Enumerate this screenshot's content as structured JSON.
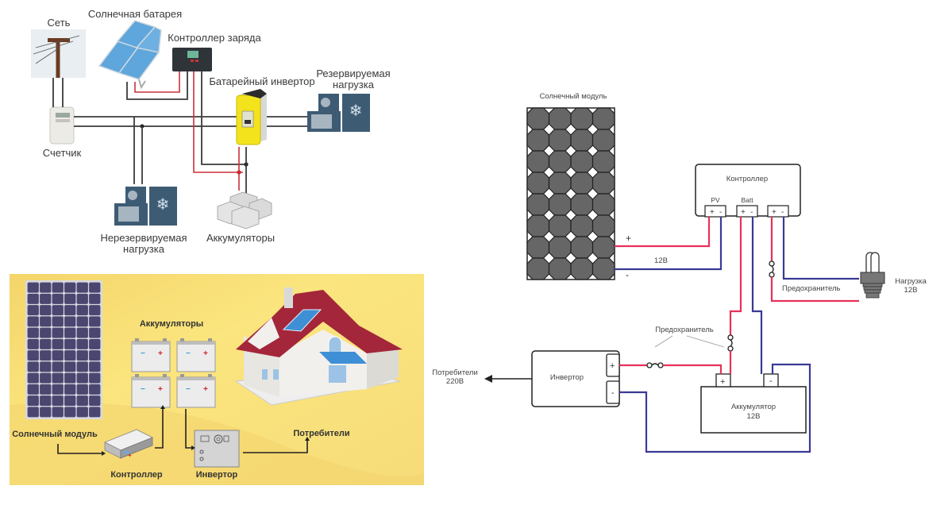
{
  "top_left": {
    "labels": {
      "grid": "Сеть",
      "solar_battery": "Солнечная батарея",
      "charge_controller": "Контроллер заряда",
      "battery_inverter": "Батарейный инвертор",
      "backup_load_line1": "Резервируемая",
      "backup_load_line2": "нагрузка",
      "meter": "Счетчик",
      "nonbackup_load_line1": "Нерезервируемая",
      "nonbackup_load_line2": "нагрузка",
      "batteries": "Аккумуляторы"
    },
    "colors": {
      "wire": "#3b3b3b",
      "dc_positive": "#c8313a",
      "inverter_body": "#f2e31d",
      "load_icon": "#3e5b74"
    }
  },
  "bottom_left": {
    "labels": {
      "batteries": "Аккумуляторы",
      "solar_module": "Солнечный модуль",
      "controller": "Контроллер",
      "inverter": "Инвертор",
      "consumers": "Потребители"
    },
    "battery_terminals": {
      "negative": "−",
      "positive": "+"
    },
    "colors": {
      "background": "#f7df7a",
      "panel_cells": "#4b4670",
      "roof": "#a3263a",
      "glass": "#3f8fd6"
    }
  },
  "right": {
    "labels": {
      "solar_module": "Солнечный модуль",
      "controller": "Контроллер",
      "pv_terminal": "PV",
      "batt_terminal": "Batt",
      "panel_plus": "+",
      "panel_minus": "-",
      "voltage_12v": "12В",
      "fuse_load": "Предохранитель",
      "load_line1": "Нагрузка",
      "load_line2": "12В",
      "fuse_batt": "Предохранитель",
      "inverter": "Инвертор",
      "consumers_line1": "Потребители",
      "consumers_line2": "220В",
      "battery_line1": "Аккумулятор",
      "battery_line2": "12В"
    },
    "terminal_signs": {
      "plus": "+",
      "minus": "-"
    },
    "colors": {
      "positive_wire": "#e8305a",
      "negative_wire": "#3a3a94",
      "panel_cells": "#666666"
    }
  }
}
